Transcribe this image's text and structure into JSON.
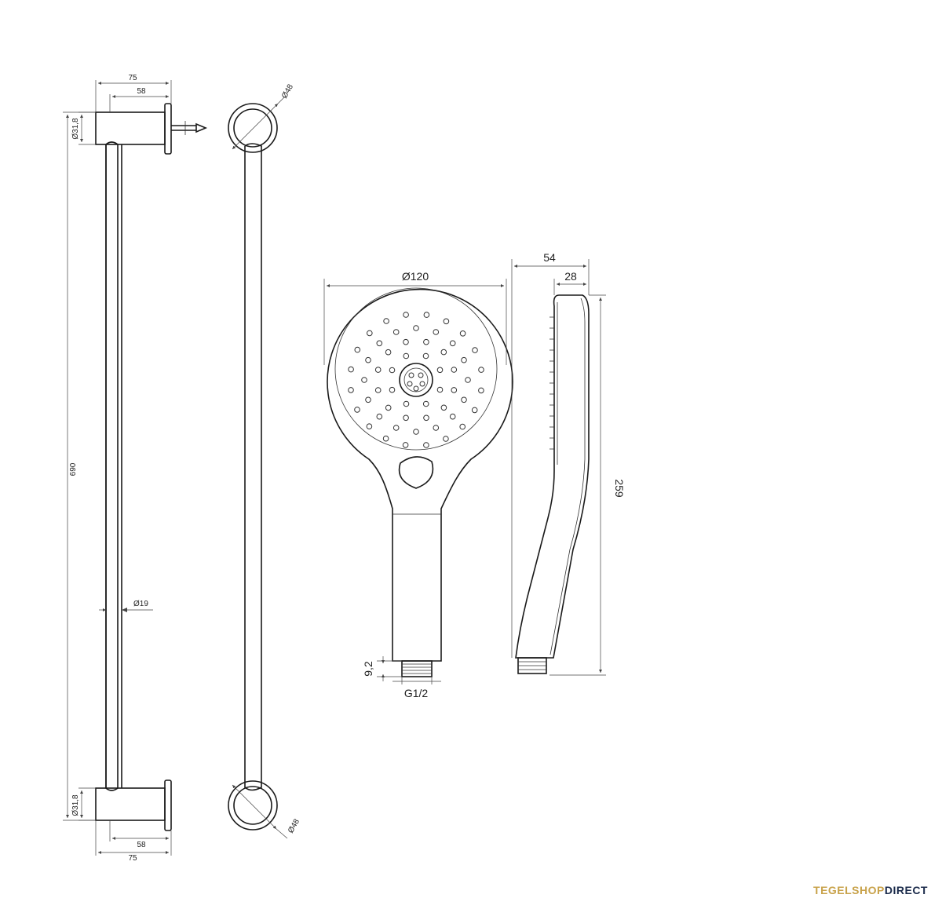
{
  "dimensions": {
    "bar_total_length": "690",
    "bracket_depth_top": "75",
    "bracket_depth_inner_top": "58",
    "bracket_depth_bottom": "75",
    "bracket_depth_inner_bottom": "58",
    "rod_diameter": "Ø19",
    "bracket_diameter_top": "Ø31,8",
    "bracket_diameter_bottom": "Ø31,8",
    "rosette_diameter_top": "Ø48",
    "rosette_diameter_bottom": "Ø48",
    "head_diameter": "Ø120",
    "head_depth": "54",
    "head_depth_inner": "28",
    "handshower_length": "259",
    "thread_length": "9,2",
    "thread_size": "G1/2"
  },
  "brand": {
    "part1": "TEGELSHOP",
    "part2": "DIRECT",
    "color_gold": "#c8a24a",
    "color_navy": "#1b2b4b"
  }
}
